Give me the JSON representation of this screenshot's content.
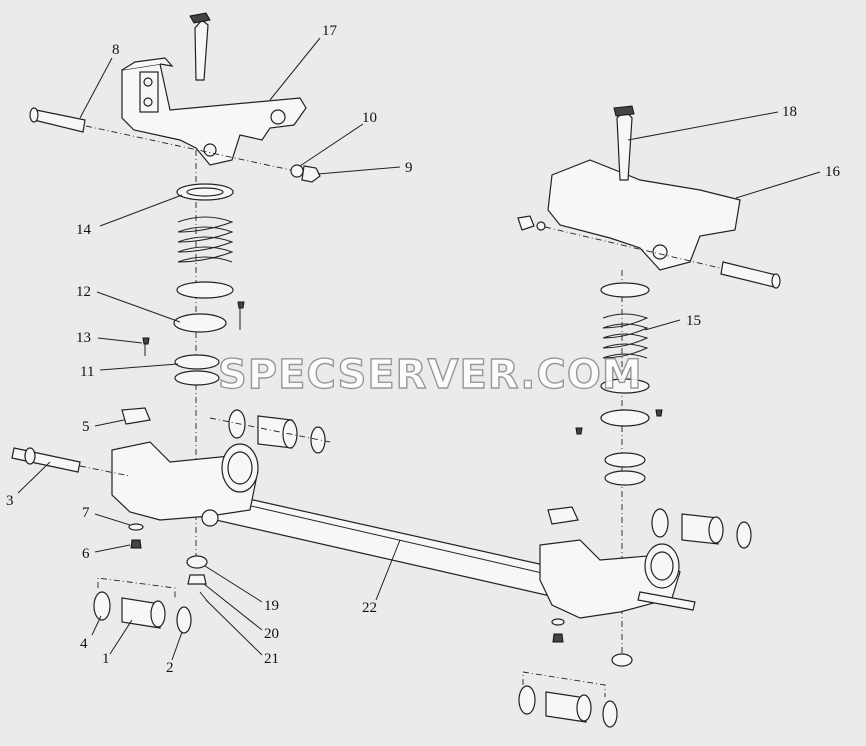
{
  "watermark": "SPECSERVER.COM",
  "callouts": [
    {
      "id": "c1",
      "text": "1"
    },
    {
      "id": "c2",
      "text": "2"
    },
    {
      "id": "c3",
      "text": "3"
    },
    {
      "id": "c4",
      "text": "4"
    },
    {
      "id": "c5",
      "text": "5"
    },
    {
      "id": "c6",
      "text": "6"
    },
    {
      "id": "c7",
      "text": "7"
    },
    {
      "id": "c8",
      "text": "8"
    },
    {
      "id": "c9",
      "text": "9"
    },
    {
      "id": "c10",
      "text": "10"
    },
    {
      "id": "c11",
      "text": "11"
    },
    {
      "id": "c12",
      "text": "12"
    },
    {
      "id": "c13",
      "text": "13"
    },
    {
      "id": "c14",
      "text": "14"
    },
    {
      "id": "c15",
      "text": "15"
    },
    {
      "id": "c16",
      "text": "16"
    },
    {
      "id": "c17",
      "text": "17"
    },
    {
      "id": "c18",
      "text": "18"
    },
    {
      "id": "c19",
      "text": "19"
    },
    {
      "id": "c20",
      "text": "20"
    },
    {
      "id": "c21",
      "text": "21"
    },
    {
      "id": "c22",
      "text": "22"
    }
  ]
}
